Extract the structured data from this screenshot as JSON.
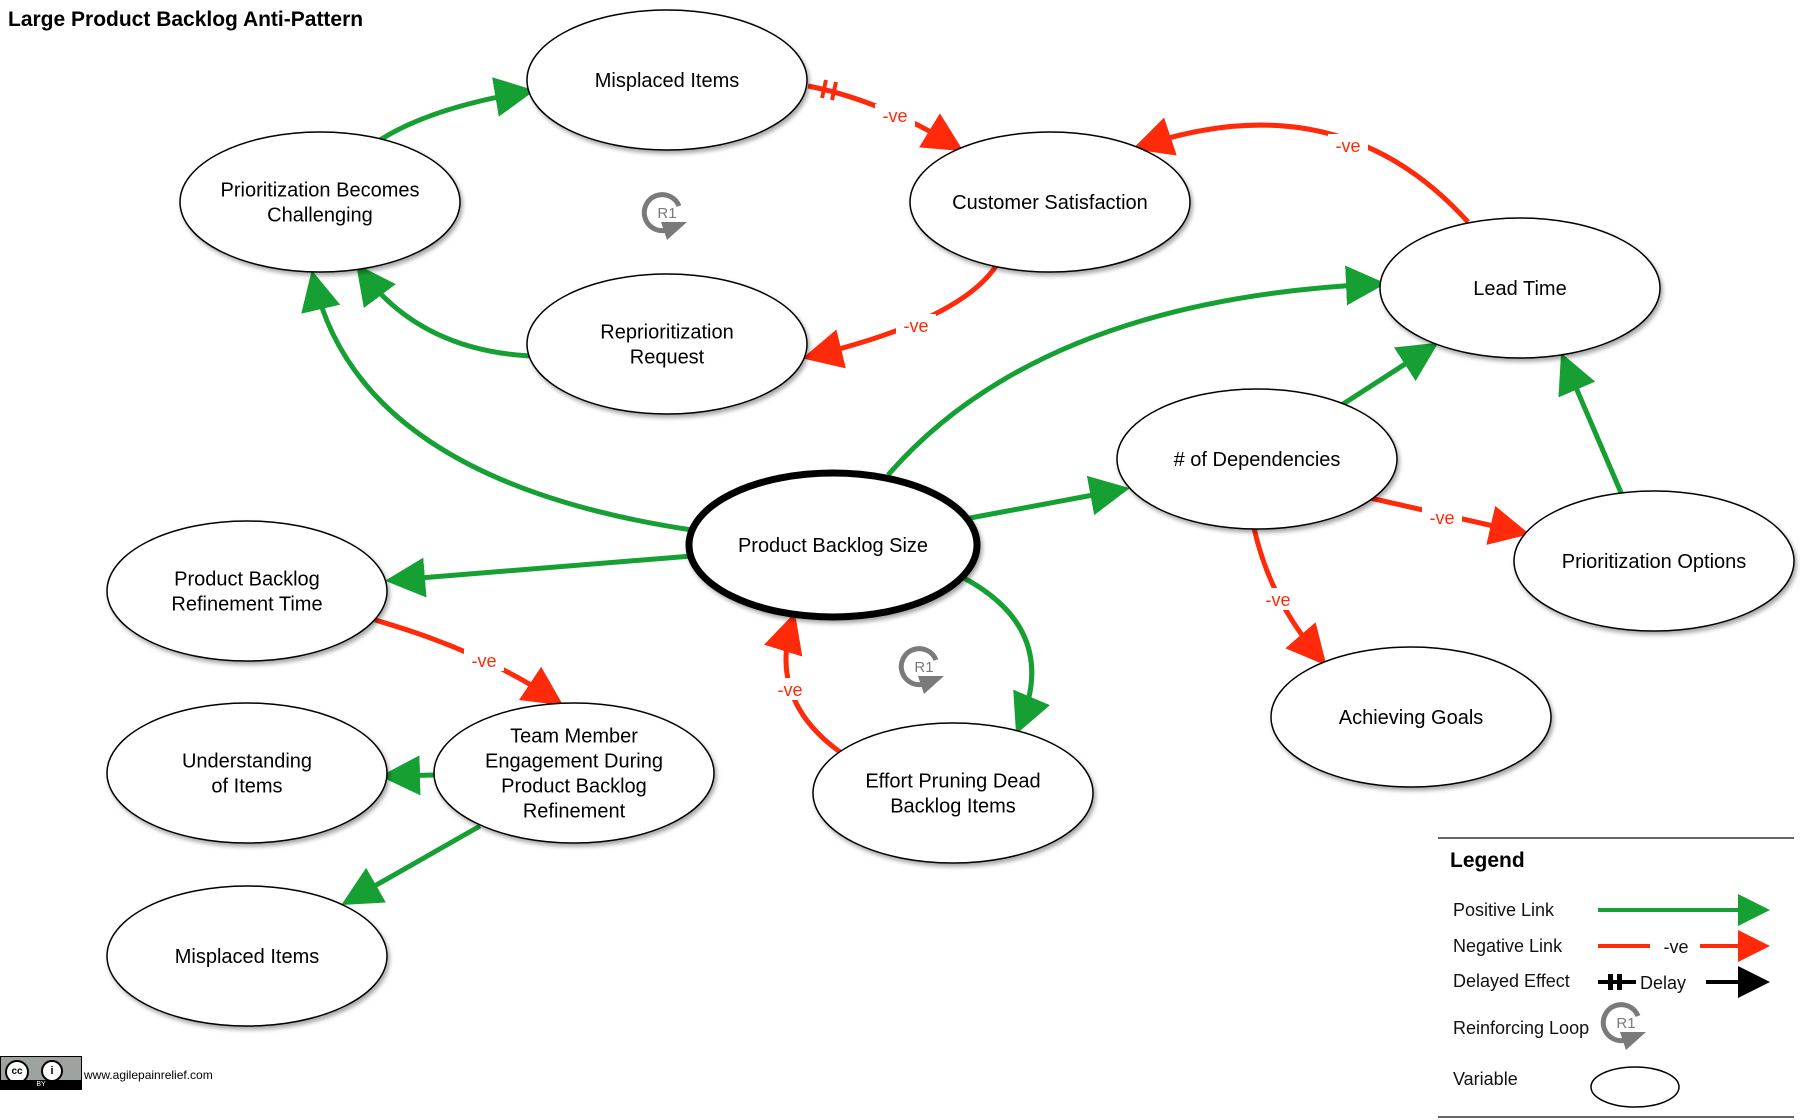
{
  "title": "Large Product Backlog Anti-Pattern",
  "colors": {
    "positive": "#16a034",
    "negative": "#ff2a0a",
    "delay": "#000000",
    "loop": "#7a7a7a"
  },
  "nodes": {
    "prioritization_challenging": [
      "Prioritization Becomes",
      "Challenging"
    ],
    "misplaced_items_top": [
      "Misplaced Items"
    ],
    "customer_satisfaction": [
      "Customer Satisfaction"
    ],
    "reprioritization_request": [
      "Reprioritization",
      "Request"
    ],
    "lead_time": [
      "Lead Time"
    ],
    "dependencies": [
      "# of Dependencies"
    ],
    "prioritization_options": [
      "Prioritization Options"
    ],
    "achieving_goals": [
      "Achieving Goals"
    ],
    "product_backlog_size": [
      "Product Backlog Size"
    ],
    "refinement_time": [
      "Product Backlog",
      "Refinement Time"
    ],
    "team_engagement": [
      "Team Member",
      "Engagement During",
      "Product Backlog",
      "Refinement"
    ],
    "understanding_items": [
      "Understanding",
      "of Items"
    ],
    "misplaced_items_bottom": [
      "Misplaced Items"
    ],
    "effort_pruning": [
      "Effort Pruning Dead",
      "Backlog Items"
    ]
  },
  "links": [
    {
      "from": "prioritization_challenging",
      "to": "misplaced_items_top",
      "polarity": "positive"
    },
    {
      "from": "misplaced_items_top",
      "to": "customer_satisfaction",
      "polarity": "negative",
      "delay": true,
      "label": "-ve"
    },
    {
      "from": "customer_satisfaction",
      "to": "reprioritization_request",
      "polarity": "negative",
      "label": "-ve"
    },
    {
      "from": "reprioritization_request",
      "to": "prioritization_challenging",
      "polarity": "positive"
    },
    {
      "from": "lead_time",
      "to": "customer_satisfaction",
      "polarity": "negative",
      "label": "-ve"
    },
    {
      "from": "product_backlog_size",
      "to": "prioritization_challenging",
      "polarity": "positive"
    },
    {
      "from": "product_backlog_size",
      "to": "lead_time",
      "polarity": "positive"
    },
    {
      "from": "product_backlog_size",
      "to": "dependencies",
      "polarity": "positive"
    },
    {
      "from": "dependencies",
      "to": "lead_time",
      "polarity": "positive"
    },
    {
      "from": "prioritization_options",
      "to": "lead_time",
      "polarity": "positive"
    },
    {
      "from": "dependencies",
      "to": "prioritization_options",
      "polarity": "negative",
      "label": "-ve"
    },
    {
      "from": "dependencies",
      "to": "achieving_goals",
      "polarity": "negative",
      "label": "-ve"
    },
    {
      "from": "product_backlog_size",
      "to": "refinement_time",
      "polarity": "positive"
    },
    {
      "from": "refinement_time",
      "to": "team_engagement",
      "polarity": "negative",
      "label": "-ve"
    },
    {
      "from": "team_engagement",
      "to": "understanding_items",
      "polarity": "positive"
    },
    {
      "from": "team_engagement",
      "to": "misplaced_items_bottom",
      "polarity": "positive"
    },
    {
      "from": "product_backlog_size",
      "to": "effort_pruning",
      "polarity": "positive"
    },
    {
      "from": "effort_pruning",
      "to": "product_backlog_size",
      "polarity": "negative",
      "label": "-ve"
    }
  ],
  "loops": [
    {
      "label": "R1"
    },
    {
      "label": "R1"
    }
  ],
  "legend": {
    "title": "Legend",
    "positive": "Positive Link",
    "negative": "Negative Link",
    "negative_mark": "-ve",
    "delayed": "Delayed Effect",
    "delay_mark": "Delay",
    "reinforcing": "Reinforcing Loop",
    "reinforcing_mark": "R1",
    "variable": "Variable"
  },
  "footer": {
    "license": "CC BY",
    "site": "www.agilepainrelief.com"
  }
}
